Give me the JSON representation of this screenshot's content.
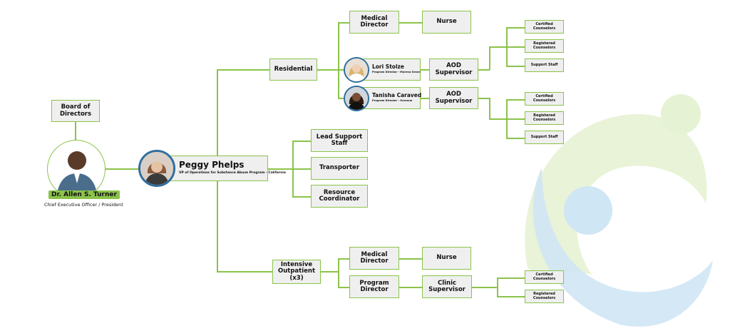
{
  "colors": {
    "line": "#8bc34a",
    "box_bg": "#efefef",
    "photo_ring": "#2f6e9e",
    "watermark_blue": "#cfe6f5",
    "watermark_green": "#e6f2d4"
  },
  "board": {
    "label": "Board of Directors"
  },
  "ceo": {
    "name": "Dr. Allen S. Turner",
    "title": "Chief Executive Officer / President"
  },
  "vp": {
    "name": "Peggy Phelps",
    "title": "VP of Operations for Substance Abuse Program - California"
  },
  "residential": {
    "label": "Residential",
    "medical_director": "Medical Director",
    "nurse": "Nurse",
    "director_1": {
      "name": "Lori Stolze",
      "title": "Program Director - Moreno Grove"
    },
    "director_2": {
      "name": "Tanisha Caraved",
      "title": "Program Director - Ocecaue"
    },
    "supervisor_1": "AOD Supervisor",
    "supervisor_2": "AOD Supervisor",
    "team_1": [
      "Certified Counselors",
      "Registered Counselors",
      "Support Staff"
    ],
    "team_2": [
      "Certified Counselors",
      "Registered Counselors",
      "Support Staff"
    ]
  },
  "support": {
    "items": [
      "Lead Support Staff",
      "Transporter",
      "Resource Coordinator"
    ]
  },
  "outpatient": {
    "label": "Intensive Outpatient (x3)",
    "medical_director": "Medical Director",
    "nurse": "Nurse",
    "program_director": "Program Director",
    "clinic_supervisor": "Clinic Supervisor",
    "team": [
      "Certified Counselors",
      "Registered Counselors"
    ]
  }
}
